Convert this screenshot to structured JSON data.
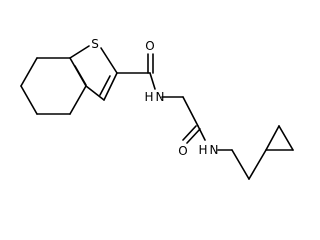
{
  "molecule": {
    "atoms": {
      "sulfur": "S",
      "carbonyl_oxygen_1": "O",
      "amide_nitrogen_1": "N",
      "amide_hydrogen_1": "H",
      "carbonyl_oxygen_2": "O",
      "amide_nitrogen_2": "N",
      "amide_hydrogen_2": "H"
    },
    "colors": {
      "bond": "#000000",
      "label": "#000000",
      "background": "#ffffff"
    }
  }
}
